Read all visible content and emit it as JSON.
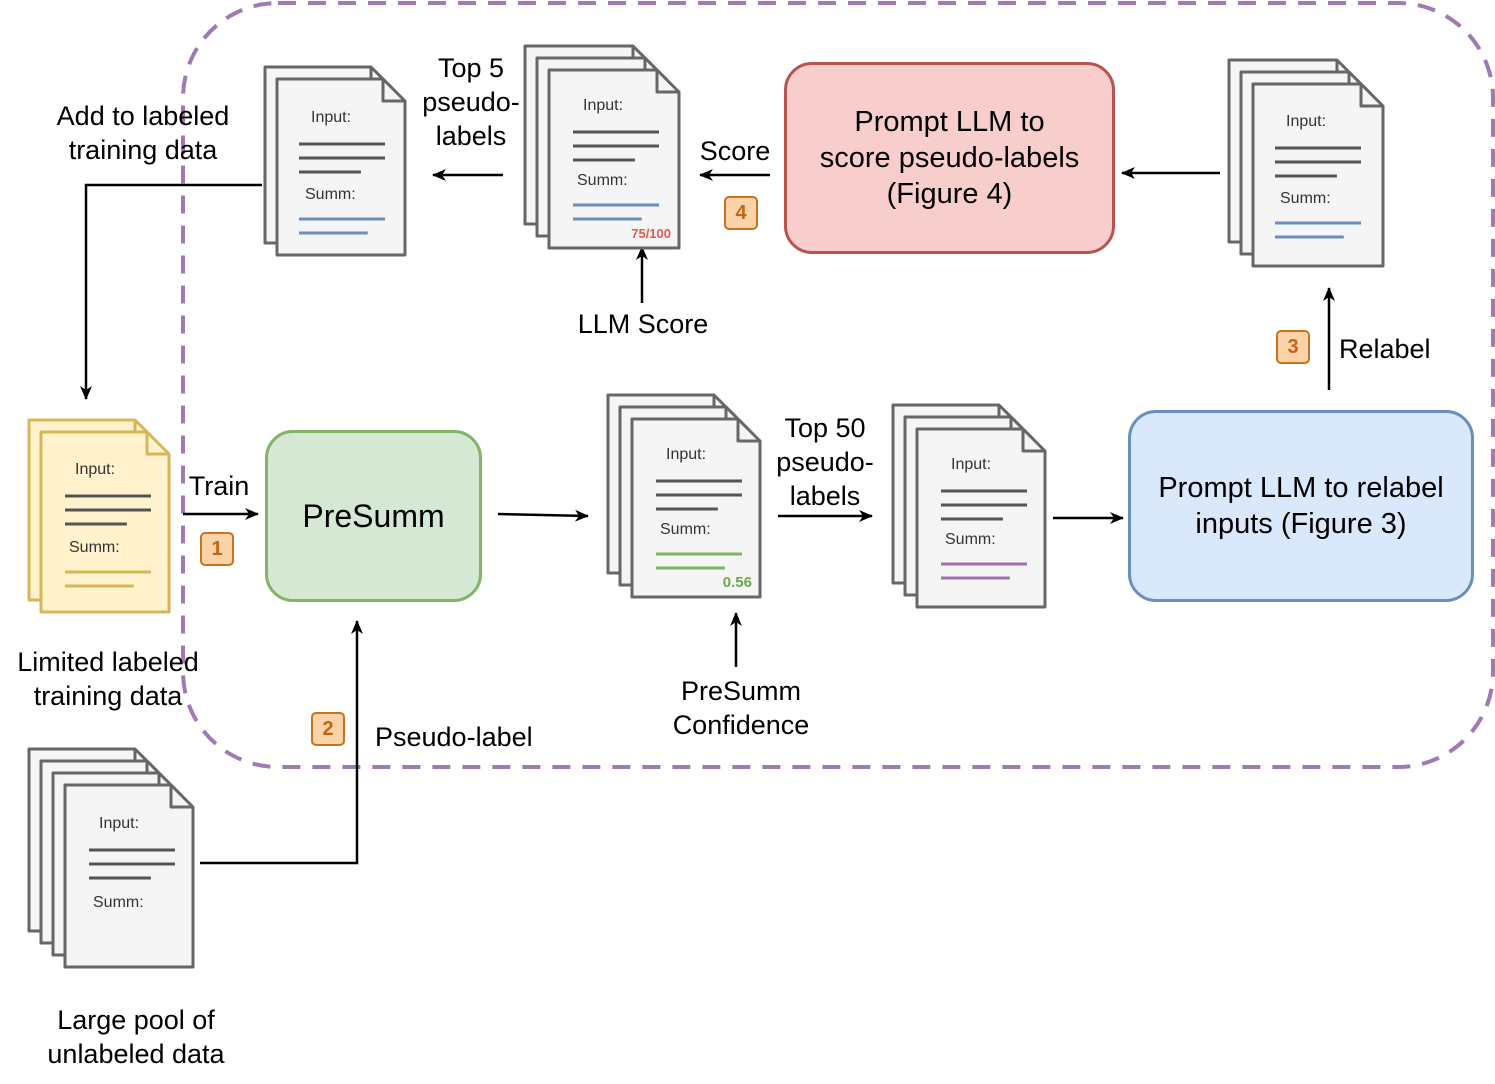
{
  "boxes": {
    "presumm": "PreSumm",
    "score_llm": [
      "Prompt LLM to",
      "score pseudo-labels",
      "(Figure 4)"
    ],
    "relabel_llm": [
      "Prompt LLM to relabel",
      "inputs (Figure 3)"
    ]
  },
  "labels": {
    "add_to_labeled": [
      "Add to labeled",
      "training data"
    ],
    "top5": [
      "Top 5",
      "pseudo-",
      "labels"
    ],
    "score": "Score",
    "llm_score": "LLM Score",
    "relabel": "Relabel",
    "train": "Train",
    "top50": [
      "Top 50",
      "pseudo-",
      "labels"
    ],
    "presumm_confidence": [
      "PreSumm",
      "Confidence"
    ],
    "limited_labeled": [
      "Limited labeled",
      "training data"
    ],
    "pseudo_label": "Pseudo-label",
    "large_pool": [
      "Large pool of",
      "unlabeled data"
    ]
  },
  "doc_fields": {
    "input": "Input:",
    "summ": "Summ:"
  },
  "scores": {
    "llm": "75/100",
    "presumm": "0.56"
  },
  "badges": [
    "1",
    "2",
    "3",
    "4"
  ],
  "colors": {
    "region_border": "#9f7ab4",
    "presumm_fill": "#d5e8d4",
    "presumm_border": "#82b366",
    "score_fill": "#f8cecc",
    "score_border": "#b85450",
    "relabel_fill": "#dae8fc",
    "relabel_border": "#6c8ebf",
    "labeled_doc_fill": "#fff2cc",
    "labeled_doc_border": "#d6b656",
    "line_blue": "#6c8ebf",
    "line_green": "#82b366",
    "line_purple": "#9f6fb0"
  }
}
